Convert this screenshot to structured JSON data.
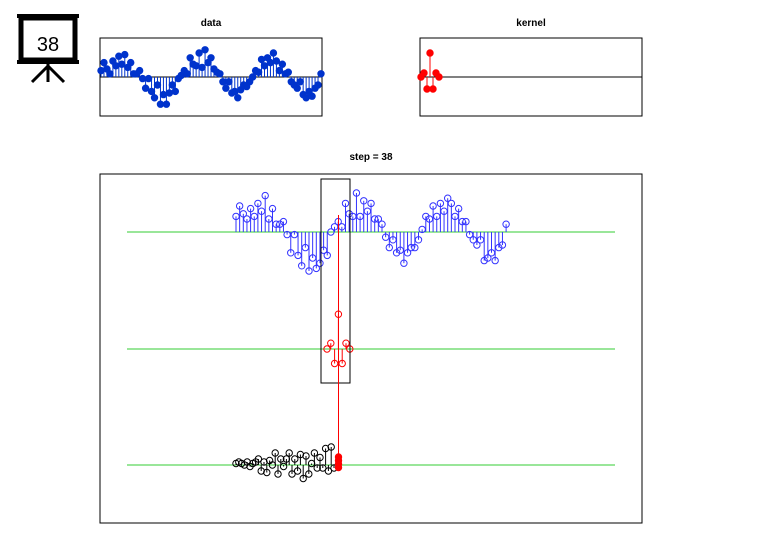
{
  "badge": {
    "label": "38",
    "icon": "presentation-board-icon"
  },
  "colors": {
    "data": "#0033cc",
    "kernel": "#ff0000",
    "result": "#000000",
    "baseline": "#33cc33",
    "open_data": "#3333ff"
  },
  "chart_data": [
    {
      "type": "stem",
      "title": "data",
      "x": [
        1,
        2,
        3,
        4,
        5,
        6,
        7,
        8,
        9,
        10,
        11,
        12,
        13,
        14,
        15,
        16,
        17,
        18,
        19,
        20,
        21,
        22,
        23,
        24,
        25,
        26,
        27,
        28,
        29,
        30,
        31,
        32,
        33,
        34,
        35,
        36,
        37,
        38,
        39,
        40,
        41,
        42,
        43,
        44,
        45,
        46,
        47,
        48,
        49,
        50,
        51,
        52,
        53,
        54,
        55,
        56,
        57,
        58,
        59,
        60,
        61,
        62,
        63,
        64,
        65,
        66,
        67,
        68,
        69,
        70,
        71,
        72,
        73,
        74,
        75
      ],
      "y": [
        0.4,
        0.9,
        0.5,
        0.2,
        1.0,
        0.7,
        1.3,
        0.8,
        1.4,
        0.6,
        0.9,
        0.2,
        0.2,
        0.4,
        -0.1,
        -0.7,
        -0.1,
        -0.9,
        -1.3,
        -0.5,
        -1.7,
        -1.1,
        -1.7,
        -1.0,
        -0.5,
        -0.9,
        -0.1,
        0.1,
        0.4,
        0.2,
        1.2,
        0.8,
        0.7,
        1.5,
        0.6,
        1.7,
        0.9,
        1.2,
        0.5,
        0.3,
        0.2,
        -0.3,
        -0.7,
        -0.3,
        -1.0,
        -0.9,
        -1.3,
        -0.8,
        -0.5,
        -0.6,
        -0.3,
        0.0,
        0.4,
        0.3,
        1.1,
        0.7,
        1.2,
        0.9,
        1.5,
        1.0,
        0.4,
        0.8,
        0.2,
        0.3,
        -0.3,
        -0.5,
        -0.7,
        -0.3,
        -1.1,
        -1.3,
        -0.9,
        -1.2,
        -0.7,
        -0.5,
        0.2
      ],
      "ylim": [
        -2.1,
        2.1
      ]
    },
    {
      "type": "stem",
      "title": "kernel",
      "x": [
        -3,
        -2,
        -1,
        0,
        1,
        2,
        3
      ],
      "y": [
        0.0,
        0.2,
        -0.6,
        1.2,
        -0.6,
        0.2,
        0.0
      ],
      "ylim": [
        -2.1,
        2.1
      ]
    },
    {
      "type": "stem",
      "title": "step = 38",
      "data_stems": [
        0.6,
        1.0,
        0.7,
        0.5,
        0.9,
        0.6,
        1.1,
        0.8,
        1.4,
        0.5,
        0.9,
        0.3,
        0.3,
        0.4,
        -0.1,
        -0.8,
        -0.1,
        -0.9,
        -1.3,
        -0.6,
        -1.5,
        -1.0,
        -1.4,
        -1.2,
        -0.7,
        -0.9,
        0.0,
        0.2,
        0.4,
        0.2,
        1.1,
        0.7,
        0.6,
        1.5,
        0.6,
        1.2,
        0.8,
        1.1,
        0.5,
        0.5,
        0.3,
        -0.2,
        -0.6,
        -0.3,
        -0.8,
        -0.7,
        -1.2,
        -0.8,
        -0.6,
        -0.6,
        -0.3,
        0.1,
        0.6,
        0.5,
        1.0,
        0.6,
        1.1,
        0.8,
        1.3,
        1.1,
        0.6,
        0.9,
        0.4,
        0.4,
        -0.1,
        -0.3,
        -0.5,
        -0.3,
        -1.1,
        -1.0,
        -0.8,
        -1.1,
        -0.6,
        -0.5,
        0.3
      ],
      "kernel_stems": [
        0.0,
        0.2,
        -0.5,
        1.2,
        -0.5,
        0.2,
        0.0
      ],
      "kernel_offset": 35,
      "result_stems": [
        0.05,
        0.1,
        0.05,
        0.0,
        0.1,
        -0.05,
        0.05,
        0.1,
        0.2,
        -0.2,
        0.1,
        -0.25,
        0.15,
        0.0,
        0.4,
        -0.3,
        0.2,
        -0.05,
        0.2,
        0.4,
        -0.3,
        0.2,
        -0.2,
        0.35,
        -0.45,
        0.3,
        -0.3,
        0.05,
        0.4,
        -0.1,
        0.25,
        -0.1,
        0.55,
        -0.2,
        0.6,
        -0.1
      ],
      "current_result": [
        0.2,
        0.1,
        0.0,
        -0.1
      ],
      "window": {
        "step": 38
      }
    }
  ]
}
